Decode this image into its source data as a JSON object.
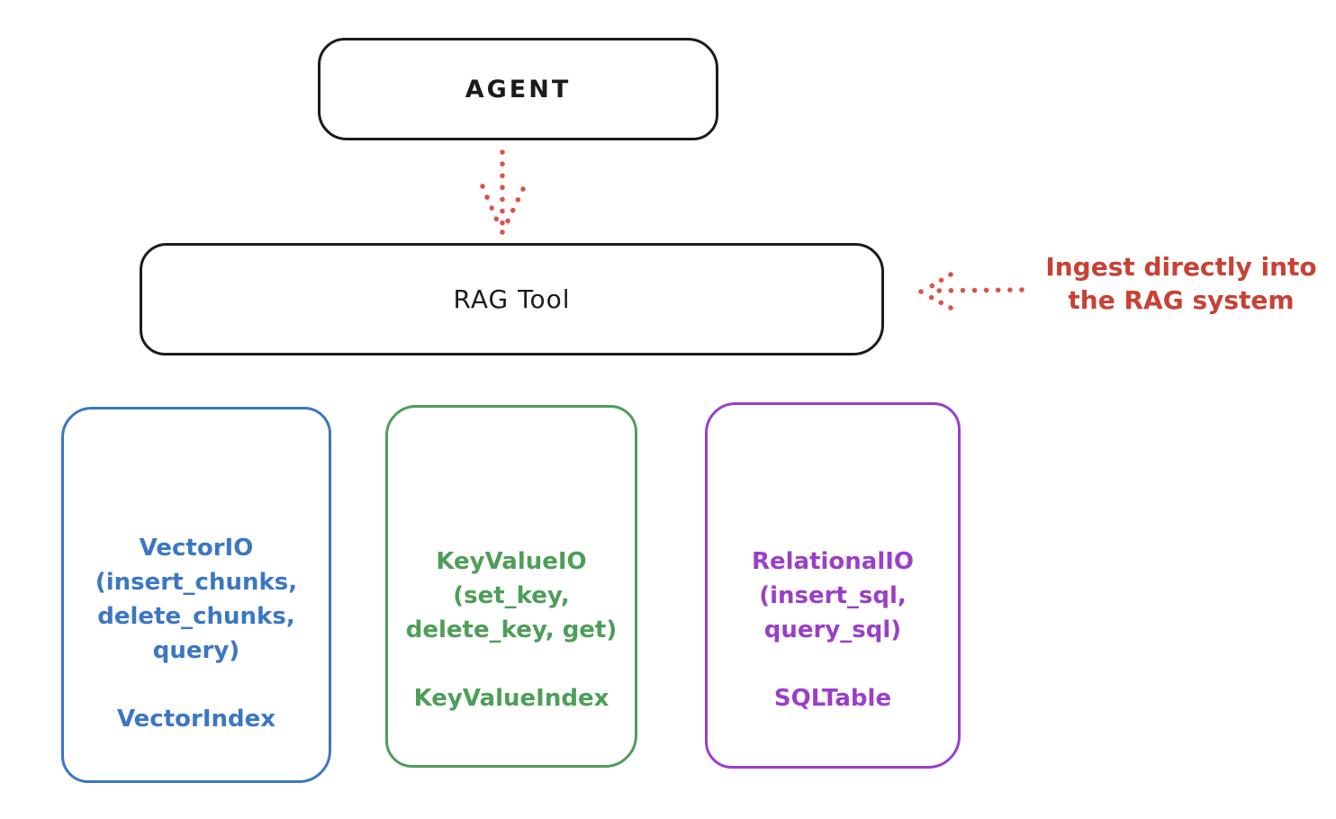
{
  "diagram": {
    "agent_box": {
      "label": "AGENT"
    },
    "rag_tool_box": {
      "label": "RAG Tool"
    },
    "annotation": {
      "line1": "Ingest directly into",
      "line2": "the RAG system",
      "color": "#c84134"
    },
    "arrows": {
      "color": "#d9524b",
      "style": "dotted",
      "agent_to_rag": "down",
      "annotation_to_rag": "left"
    },
    "backends": [
      {
        "id": "vector-io",
        "color": "#3b77c3",
        "lines": [
          "VectorIO",
          "(insert_chunks,",
          "delete_chunks,",
          "query)"
        ],
        "index_label": "VectorIndex"
      },
      {
        "id": "keyvalue-io",
        "color": "#4d9e58",
        "lines": [
          "KeyValueIO",
          "(set_key,",
          "delete_key, get)"
        ],
        "index_label": "KeyValueIndex"
      },
      {
        "id": "relational-io",
        "color": "#9a3fc8",
        "lines": [
          "RelationalIO",
          "(insert_sql,",
          "query_sql)"
        ],
        "index_label": "SQLTable"
      }
    ]
  }
}
